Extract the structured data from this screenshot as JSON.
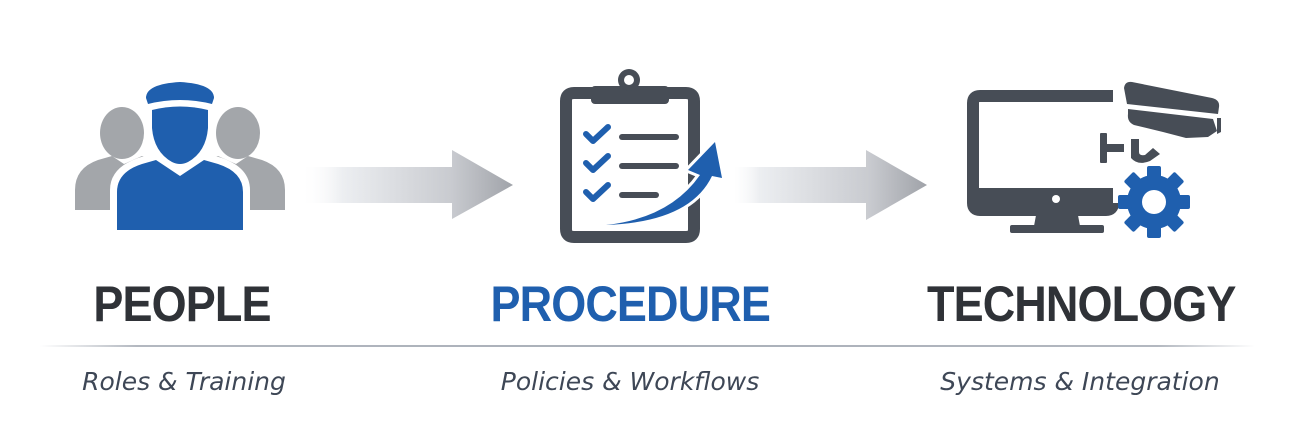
{
  "colors": {
    "accent_blue": "#1f5fae",
    "dark_gray": "#474d56",
    "light_gray": "#a3a6aa",
    "title_dark": "#2f3237",
    "subtitle": "#3e4756",
    "arrow_gray": "#a7a9ae"
  },
  "columns": [
    {
      "icon": "people-officer-icon",
      "title": "PEOPLE",
      "subtitle": "Roles & Training",
      "title_color": "#2f3237"
    },
    {
      "icon": "clipboard-checklist-growth-icon",
      "title": "PROCEDURE",
      "subtitle": "Policies & Workflows",
      "title_color": "#1f5fae"
    },
    {
      "icon": "monitor-camera-gear-icon",
      "title": "TECHNOLOGY",
      "subtitle": "Systems & Integration",
      "title_color": "#2f3237"
    }
  ],
  "connectors": [
    {
      "icon": "arrow-right-icon",
      "from": "PEOPLE",
      "to": "PROCEDURE"
    },
    {
      "icon": "arrow-right-icon",
      "from": "PROCEDURE",
      "to": "TECHNOLOGY"
    }
  ]
}
